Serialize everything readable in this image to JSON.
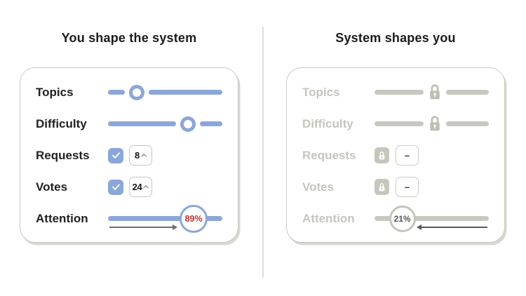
{
  "colors": {
    "accent_blue": "#8CA6DA",
    "value_red": "#C43131",
    "muted_gray": "#C9C8C0",
    "muted_text": "#C6C5BC",
    "dark_text": "#1B1B1B"
  },
  "left_panel": {
    "title": "You shape the system",
    "rows": [
      {
        "label": "Topics",
        "type": "slider",
        "handle_pct": 25
      },
      {
        "label": "Difficulty",
        "type": "slider",
        "handle_pct": 69
      },
      {
        "label": "Requests",
        "type": "checkbox-stepper",
        "checked": true,
        "value": "8"
      },
      {
        "label": "Votes",
        "type": "checkbox-stepper",
        "checked": true,
        "value": "24"
      },
      {
        "label": "Attention",
        "type": "percent-slider",
        "value": "89%",
        "handle_pct": 74,
        "arrow_direction": "right"
      }
    ]
  },
  "right_panel": {
    "title": "System shapes you",
    "rows": [
      {
        "label": "Topics",
        "type": "locked-slider",
        "handle_pct": 52
      },
      {
        "label": "Difficulty",
        "type": "locked-slider",
        "handle_pct": 52
      },
      {
        "label": "Requests",
        "type": "locked-stepper",
        "value": "–"
      },
      {
        "label": "Votes",
        "type": "locked-stepper",
        "value": "–"
      },
      {
        "label": "Attention",
        "type": "locked-percent-slider",
        "value": "21%",
        "handle_pct": 24,
        "arrow_direction": "left"
      }
    ]
  }
}
